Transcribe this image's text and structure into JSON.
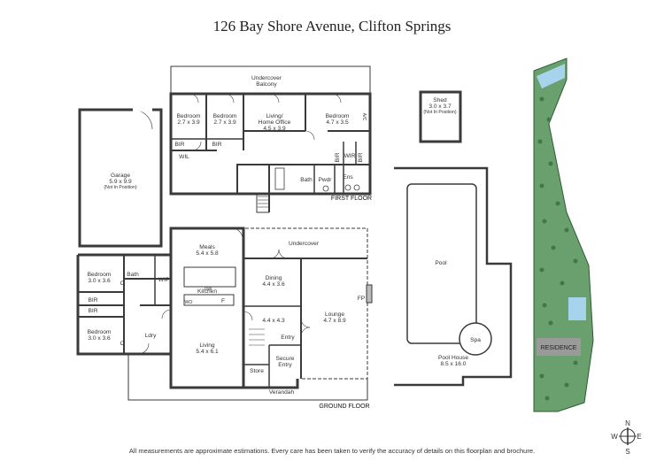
{
  "title": "126 Bay Shore Avenue, Clifton Springs",
  "footer": "All measurements are approximate estimations. Every care has been taken to verify the accuracy of details on this floorplan and brochure.",
  "floors": {
    "first": "FIRST FLOOR",
    "ground": "GROUND FLOOR"
  },
  "rooms": {
    "undercover_balcony": [
      "Undercover",
      "Balcony"
    ],
    "bedroom1": [
      "Bedroom",
      "2.7 x 3.9"
    ],
    "bedroom2": [
      "Bedroom",
      "2.7 x 3.9"
    ],
    "living_home_office": [
      "Living/",
      "Home Office",
      "4.5 x 3.9"
    ],
    "bedroom3": [
      "Bedroom",
      "4.7 x 3.5"
    ],
    "shed": [
      "Shed",
      "3.0 x 3.7",
      "(Not In Position)"
    ],
    "garage": [
      "Garage",
      "5.9 x 9.9",
      "(Not In Position)"
    ],
    "bir": "BIR",
    "wil": "WIL",
    "wir": "WIR",
    "bath": "Bath",
    "pwdr": "Pwdr",
    "ens": "Ens",
    "meals": [
      "Meals",
      "5.4 x 5.8"
    ],
    "undercover": "Undercover",
    "pool": "Pool",
    "bedroom4": [
      "Bedroom",
      "3.0 x 3.6"
    ],
    "bedroom5": [
      "Bedroom",
      "3.0 x 3.6"
    ],
    "wip": "WIP",
    "kitchen": "Kitchen",
    "dining": [
      "Dining",
      "4.4 x 3.6"
    ],
    "fp": "FP",
    "lounge": [
      "Lounge",
      "4.7 x 8.9"
    ],
    "room_44": "4.4 x 4.3",
    "spa": "Spa",
    "c": "C",
    "ldry": "Ldry",
    "living": [
      "Living",
      "5.4 x 6.1"
    ],
    "entry": "Entry",
    "secure_entry": [
      "Secure",
      "Entry"
    ],
    "store": "Store",
    "pool_house": [
      "Pool House",
      "8.5 x 16.0"
    ],
    "verandah": "Verandah",
    "wo": "WO",
    "f": "F",
    "dw": "DW",
    "residence": "RESIDENCE",
    "a_c": "A/C"
  },
  "compass": {
    "n": "N",
    "s": "S",
    "e": "E",
    "w": "W"
  },
  "colors": {
    "walls": "#3a3a3a",
    "land": "#6a9f6e",
    "tree": "#3f7a46",
    "water": "#a7d3ec",
    "residence": "#9a9a9a"
  }
}
